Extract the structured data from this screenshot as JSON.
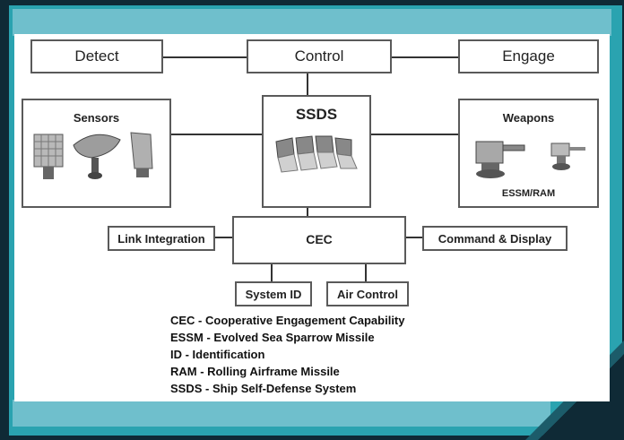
{
  "header_row": {
    "detect": "Detect",
    "control": "Control",
    "engage": "Engage"
  },
  "sensors": {
    "label": "Sensors"
  },
  "ssds": {
    "label": "SSDS"
  },
  "weapons": {
    "label": "Weapons",
    "caption": "ESSM/RAM"
  },
  "cec": {
    "label": "CEC"
  },
  "side_boxes": {
    "link_integration": "Link Integration",
    "command_display": "Command & Display",
    "system_id": "System ID",
    "air_control": "Air Control"
  },
  "legend": [
    "CEC - Cooperative Engagement Capability",
    "ESSM - Evolved Sea Sparrow Missile",
    "ID - Identification",
    "RAM - Rolling Airframe Missile",
    "SSDS - Ship Self-Defense System"
  ],
  "colors": {
    "frame_dark": "#0f2a36",
    "frame_teal": "#2aa3b0",
    "band_light": "#6fbfcc",
    "box_border": "#5a5a5a"
  }
}
